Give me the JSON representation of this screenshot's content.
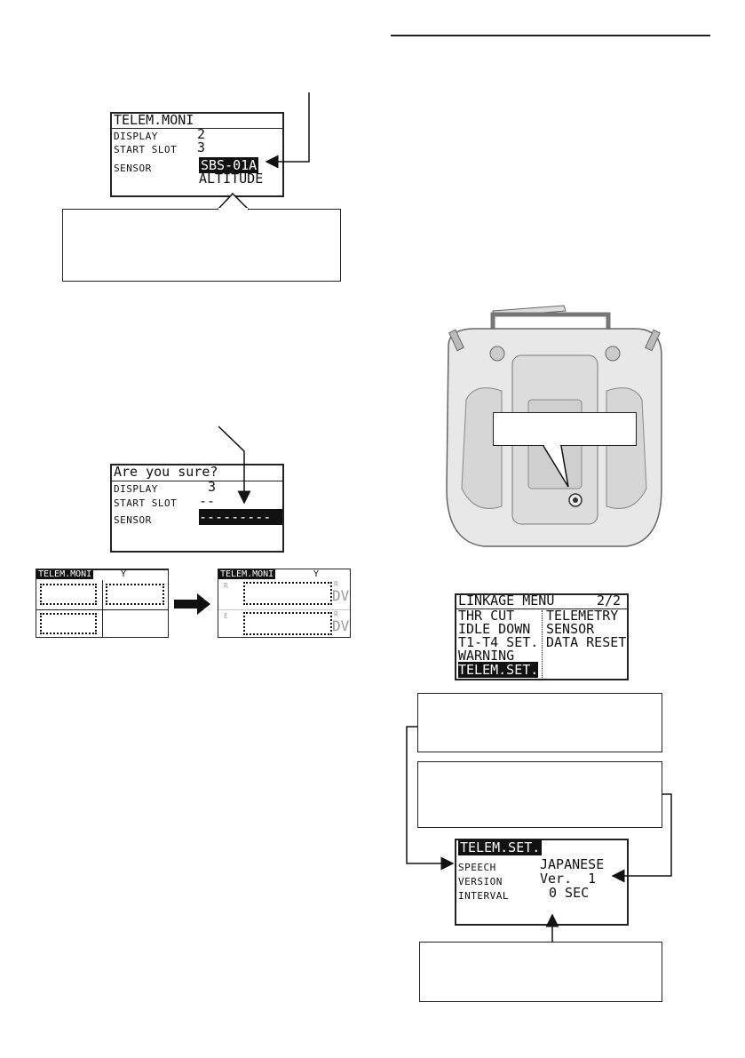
{
  "lcd_telem_moni_1": {
    "title": "TELEM.MONI",
    "rows": [
      {
        "label": "DISPLAY",
        "value": "2"
      },
      {
        "label": "START SLOT",
        "value": "3"
      },
      {
        "label": "SENSOR",
        "value": "SBS-01A"
      }
    ],
    "extra": "ALTITUDE"
  },
  "lcd_confirm": {
    "title": "Are you sure?",
    "rows": [
      {
        "label": "DISPLAY",
        "value": "3"
      },
      {
        "label": "START SLOT",
        "value": "--"
      },
      {
        "label": "SENSOR",
        "value": "---------"
      }
    ]
  },
  "mini_screens": {
    "left_title": "TELEM.MONI",
    "right_title": "TELEM.MONI",
    "right_units": [
      "R",
      "DV",
      "R",
      "DV"
    ],
    "right_side": [
      "R",
      "E"
    ]
  },
  "linkage_menu": {
    "title": "LINKAGE MENU",
    "page": "2/2",
    "left_items": [
      "THR CUT",
      "IDLE DOWN",
      "T1-T4 SET.",
      "WARNING",
      "TELEM.SET."
    ],
    "right_items": [
      "TELEMETRY",
      "SENSOR",
      "DATA RESET"
    ]
  },
  "telem_set": {
    "title": "TELEM.SET.",
    "rows": [
      {
        "label": "SPEECH",
        "value": "JAPANESE"
      },
      {
        "label": "VERSION",
        "value": "Ver.  1"
      },
      {
        "label": "INTERVAL",
        "value": "0 SEC"
      }
    ]
  }
}
